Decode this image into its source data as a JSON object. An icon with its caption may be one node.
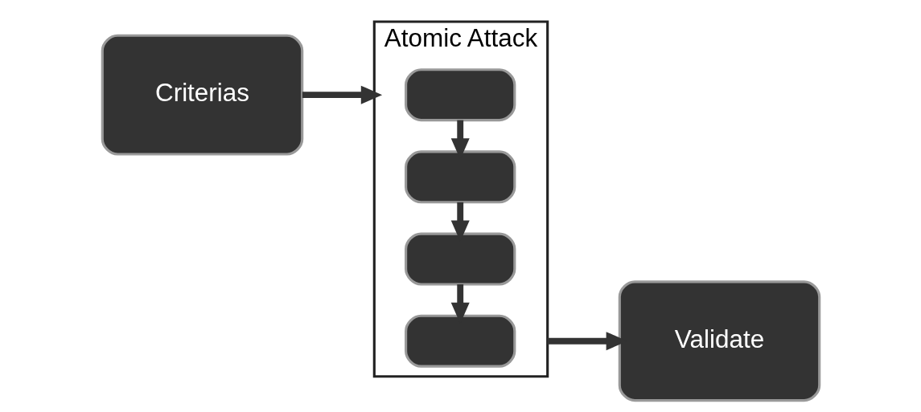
{
  "diagram": {
    "nodes": [
      {
        "text": [
          "Criterias"
        ]
      },
      {
        "text": [
          "Atomic Attack"
        ]
      },
      {
        "text": [],
        "shape": "box",
        "in": 1
      },
      {
        "text": [],
        "shape": "box",
        "in": 1
      },
      {
        "text": [],
        "shape": "box",
        "in": 1
      },
      {
        "text": [],
        "shape": "box",
        "in": 1
      },
      {
        "text": [
          "Validate"
        ]
      }
    ],
    "edges": [
      {
        "from": 0,
        "to": 1,
        "arrow": "to"
      },
      {
        "from": 2,
        "to": 3,
        "arrow": "to"
      },
      {
        "from": 3,
        "to": 4,
        "arrow": "to"
      },
      {
        "from": 4,
        "to": 5,
        "arrow": "to"
      },
      {
        "from": 1,
        "to": 6,
        "arrow": "to"
      }
    ]
  }
}
